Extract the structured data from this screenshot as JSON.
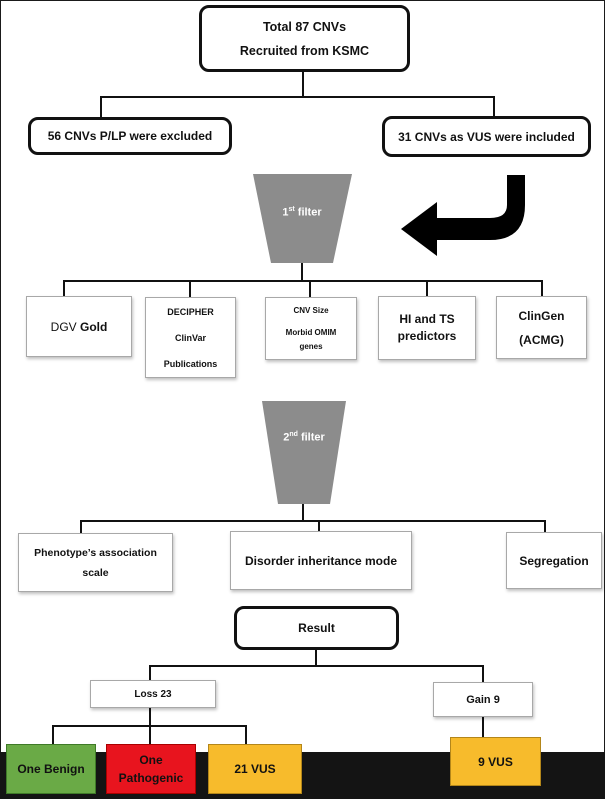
{
  "top_box": {
    "line1": "Total 87 CNVs",
    "line2": "Recruited from KSMC"
  },
  "excluded_box": "56 CNVs P/LP were excluded",
  "included_box": "31 CNVs as VUS were included",
  "filter1": {
    "num": "1",
    "sup": "st",
    "word": "filter"
  },
  "filter1_items": {
    "dgv": {
      "prefix": "DGV",
      "bold": "Gold"
    },
    "decipher": {
      "line1": "DECIPHER",
      "line2": "ClinVar",
      "line3": "Publications"
    },
    "cnv_size": {
      "line1": "CNV Size",
      "line2": "Morbid OMIM",
      "line3": "genes"
    },
    "hits": {
      "line1": "HI and TS",
      "line2": "predictors"
    },
    "clingen": {
      "line1": "ClinGen",
      "line2": "(ACMG)"
    }
  },
  "filter2": {
    "num": "2",
    "sup": "nd",
    "word": "filter"
  },
  "filter2_items": {
    "phenotype": {
      "line1": "Phenotype’s association",
      "line2": "scale"
    },
    "disorder": "Disorder inheritance mode",
    "segregation": "Segregation"
  },
  "result": "Result",
  "loss": "Loss 23",
  "gain": "Gain 9",
  "outcomes": {
    "benign": "One Benign",
    "pathogenic": {
      "line1": "One",
      "line2": "Pathogenic"
    },
    "vus21": "21 VUS",
    "vus9": "9 VUS"
  },
  "colors": {
    "benign": "#6aaa46",
    "pathogenic": "#e8141e",
    "vus": "#f7bb2c",
    "filter_funnel": "#8c8c8c",
    "arrow": "#000000"
  }
}
